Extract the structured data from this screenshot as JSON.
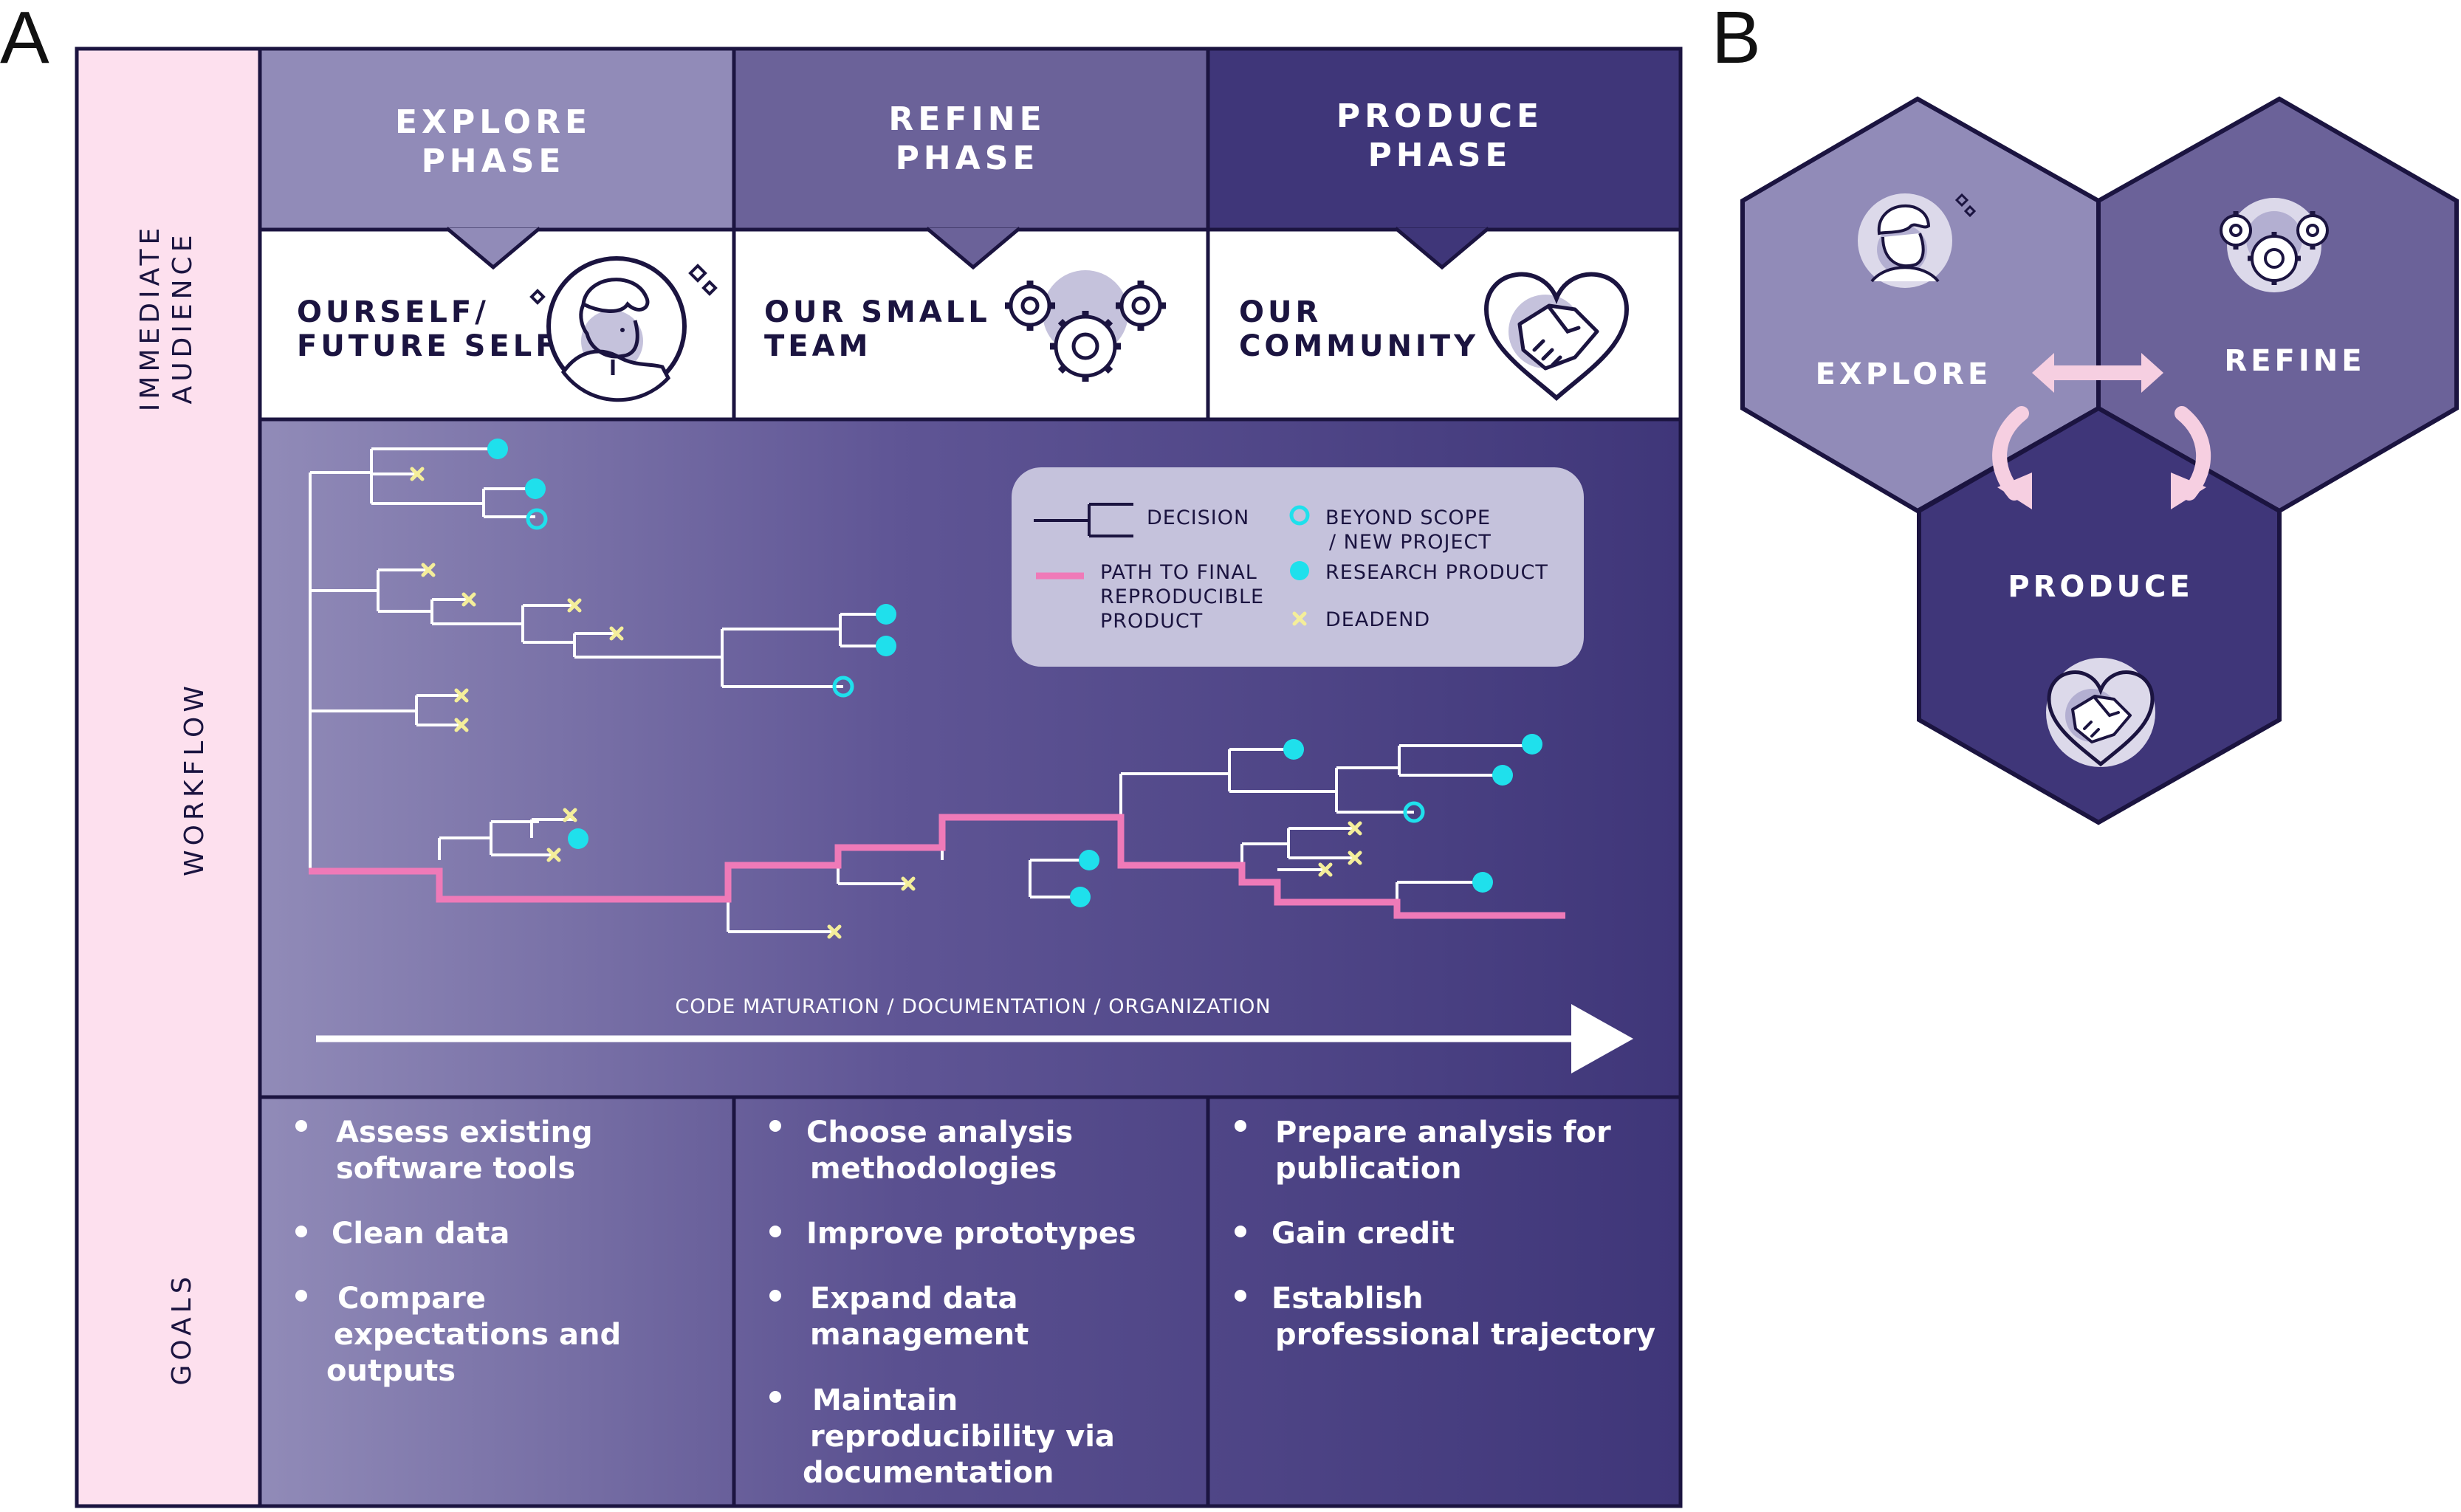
{
  "panels": {
    "a": "A",
    "b": "B"
  },
  "side_labels": {
    "audience_line1": "IMMEDIATE",
    "audience_line2": "AUDIENCE",
    "workflow": "WORKFLOW",
    "goals": "GOALS"
  },
  "phases": [
    {
      "title_line1": "EXPLORE",
      "title_line2": "PHASE",
      "audience_line1": "OURSELF/",
      "audience_line2": "FUTURE SELF",
      "icon": "person-icon",
      "color": "#918bb8"
    },
    {
      "title_line1": "REFINE",
      "title_line2": "PHASE",
      "audience_line1": "OUR SMALL",
      "audience_line2": "TEAM",
      "icon": "gears-icon",
      "color": "#6b6299"
    },
    {
      "title_line1": "PRODUCE",
      "title_line2": "PHASE",
      "audience_line1": "OUR",
      "audience_line2": "COMMUNITY",
      "icon": "handshake-heart-icon",
      "color": "#3f3679"
    }
  ],
  "legend": {
    "decision": "DECISION",
    "path_line1": "PATH TO FINAL",
    "path_line2": "REPRODUCIBLE",
    "path_line3": "PRODUCT",
    "beyond_line1": "BEYOND SCOPE",
    "beyond_line2": "/ NEW PROJECT",
    "research": "RESEARCH PRODUCT",
    "deadend": "DEADEND"
  },
  "workflow_axis_label": "CODE MATURATION / DOCUMENTATION / ORGANIZATION",
  "goals": {
    "explore": [
      [
        "Assess existing",
        "software tools"
      ],
      [
        "Clean data"
      ],
      [
        "Compare",
        "expectations and",
        "outputs"
      ]
    ],
    "refine": [
      [
        "Choose analysis",
        "methodologies"
      ],
      [
        "Improve prototypes"
      ],
      [
        "Expand data",
        "management"
      ],
      [
        "Maintain",
        "reproducibility via",
        "documentation"
      ]
    ],
    "produce": [
      [
        "Prepare analysis for",
        "publication"
      ],
      [
        "Gain credit"
      ],
      [
        "Establish",
        "professional trajectory"
      ]
    ]
  },
  "hexagons": {
    "explore": "EXPLORE",
    "refine": "REFINE",
    "produce": "PRODUCE"
  },
  "colors": {
    "sidebar": "#fde0ee",
    "border": "#1b1440",
    "path": "#ef7ab8",
    "research": "#1fe0ec",
    "deadend": "#f4ee9a",
    "legend_box": "#c5c2dc",
    "hex_arrow": "#f6cfe1"
  }
}
